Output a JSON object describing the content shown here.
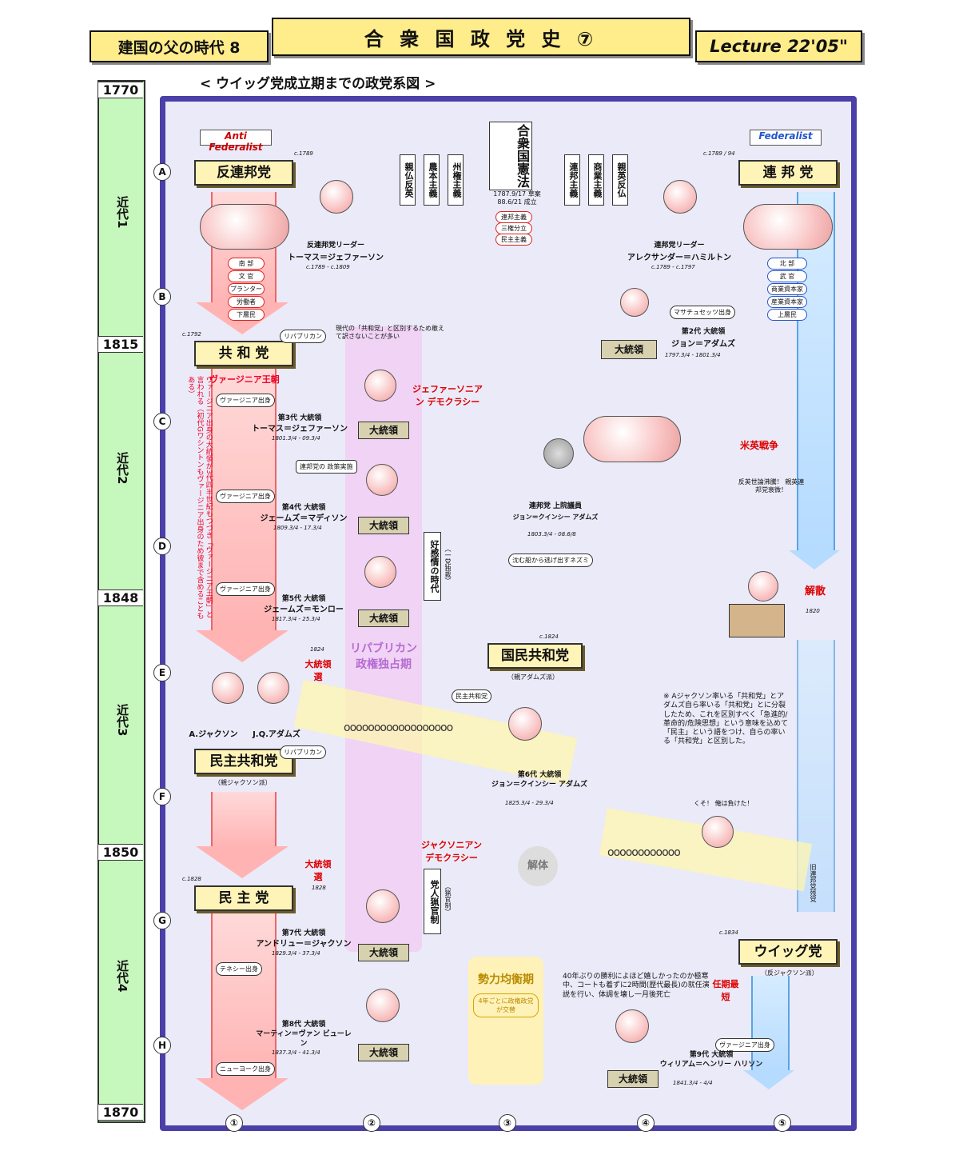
{
  "header": {
    "left_banner": "建国の父の時代 8",
    "center_banner": "合 衆 国 政 党 史 ⑦",
    "right_banner": "Lecture 22'05\""
  },
  "section_title": "< ウイッグ党成立期までの政党系図 >",
  "timeline": {
    "years": [
      "1770",
      "1815",
      "1848",
      "1850",
      "1870"
    ],
    "eras": [
      "近代1",
      "近代2",
      "近代3",
      "近代4"
    ],
    "row_markers": [
      "A",
      "B",
      "C",
      "D",
      "E",
      "F",
      "G",
      "H"
    ],
    "col_markers": [
      "①",
      "②",
      "③",
      "④",
      "⑤"
    ]
  },
  "factions": {
    "anti_federalist": "Anti Federalist",
    "federalist": "Federalist"
  },
  "parties": {
    "anti_federalist_party": {
      "name": "反連邦党",
      "date": "c.1789"
    },
    "federalist_party": {
      "name": "連 邦 党",
      "date": "c.1789 / 94"
    },
    "republican": {
      "name": "共 和 党",
      "date": "c.1792"
    },
    "national_republican": {
      "name": "国民共和党",
      "date": "c.1824",
      "note": "（親アダムズ派）"
    },
    "democratic_republican": {
      "name": "民主共和党",
      "note": "（親ジャクソン派）"
    },
    "democratic": {
      "name": "民 主 党",
      "date": "c.1828",
      "date2": "1828"
    },
    "whig": {
      "name": "ウイッグ党",
      "date": "c.1834",
      "note": "（反ジャクソン派）"
    }
  },
  "constitution": {
    "title": "合衆国憲法",
    "dates": "1787.9/17 草案\n88.6/21 成立",
    "principles": [
      "連邦主義",
      "三権分立",
      "民主主義"
    ],
    "left_signs": [
      "親仏反英",
      "農本主義",
      "州権主義"
    ],
    "right_signs": [
      "連邦主義",
      "商業主義",
      "親英反仏"
    ]
  },
  "anti_fed_supporters": [
    "南 部",
    "文 官",
    "プランター",
    "労働者",
    "下層民"
  ],
  "fed_supporters": [
    "北 部",
    "武 官",
    "商業資本家",
    "産業資本家",
    "上層民"
  ],
  "leaders": {
    "jefferson_leader": {
      "role": "反連邦党リーダー",
      "name": "トーマス＝ジェファーソン",
      "dates": "c.1789 - c.1809"
    },
    "hamilton_leader": {
      "role": "連邦党リーダー",
      "name": "アレクサンダー＝ハミルトン",
      "dates": "c.1789 - c.1797"
    }
  },
  "presidents": [
    {
      "ord": "第2代 大統領",
      "name": "ジョン＝アダムズ",
      "term": "1797.3/4 - 1801.3/4",
      "origin": "マサチュセッツ出身"
    },
    {
      "ord": "第3代 大統領",
      "name": "トーマス＝ジェファーソン",
      "term": "1801.3/4 - 09.3/4",
      "origin": "ヴァージニア出身"
    },
    {
      "ord": "第4代 大統領",
      "name": "ジェームズ＝マディソン",
      "term": "1809.3/4 - 17.3/4",
      "origin": "ヴァージニア出身"
    },
    {
      "ord": "第5代 大統領",
      "name": "ジェームズ＝モンロー",
      "term": "1817.3/4 - 25.3/4",
      "origin": "ヴァージニア出身"
    },
    {
      "ord": "第6代 大統領",
      "name": "ジョン＝クインシー アダムズ",
      "term": "1825.3/4 - 29.3/4"
    },
    {
      "ord": "第7代 大統領",
      "name": "アンドリュー＝ジャクソン",
      "term": "1829.3/4 - 37.3/4",
      "origin": "テネシー出身"
    },
    {
      "ord": "第8代 大統領",
      "name": "マーティン＝ヴァン ビューレン",
      "term": "1837.3/4 - 41.3/4",
      "origin": "ニューヨーク出身"
    },
    {
      "ord": "第9代 大統領",
      "name": "ウィリアム＝ヘンリー ハリソン",
      "term": "1841.3/4 - 4/4",
      "origin": "ヴァージニア出身"
    }
  ],
  "labels": {
    "pedestal": "大統領",
    "republican_bubble": "リパブリカン",
    "republican_note": "現代の「共和党」と区別するため敢えて訳さないことが多い",
    "virginia_dynasty": "ヴァージニア王朝",
    "virginia_note": "ヴァージニア出身の大統領が3代四半世紀もつづき「ヴァージニア王朝」と言われる（初代Gワシントンもヴァージニア出身のため彼まで含めることもある）",
    "jeffersonian": "ジェファーソニアン デモクラシー",
    "fed_policy": "連邦党の 政策実施",
    "era_good_feelings": "好感情の時代",
    "one_party": "（一党独裁）",
    "republican_monopoly": "リパブリカン 政権独占期",
    "us_uk_war": "米英戦争",
    "war_note": "反英世論沸騰！ 親英連邦党衰微！",
    "senator_role": "連邦党 上院議員",
    "senator_name": "ジョン＝クインシー アダムズ",
    "senator_term": "1803.3/4 - 08.6/8",
    "rat_caption": "沈む船から逃げ出すネズミ",
    "dissolution": "解散",
    "dissolution_year": "1820",
    "breakup": "解体",
    "election_lead1": "大統領選",
    "election_lead_year": "1824",
    "jackson_name": "A.ジャクソン",
    "jqadams_name": "J.Q.アダムズ",
    "dem_rep_bubble": "民主共和党",
    "dem_rep_bubble2": "リパブリカン",
    "split_note": "※ Aジャクソン率いる「共和党」とアダムズ自ら率いる「共和党」とに分裂したため、これを区別すべく「急進的/革命的/危険思想」という意味を込めて「民主」という語をつけ、自らの率いる「共和党」と区別した。",
    "jacksonian": "ジャクソニアン デモクラシー",
    "spoils": "党人猟官制",
    "spoils_note": "（猟官制）",
    "balance": "勢力均衡期",
    "balance_note": "4年ごとに政権政党が交替",
    "harrison_note": "40年ぶりの勝利によほど嬉しかったのか極寒中、コートも着ずに2時間(歴代最長)の就任演説を行い、体調を壊し一月後死亡",
    "shortest_term": "任期最短",
    "old_fed": "旧連邦党残党",
    "whig_anger": "くそ！ 俺は負けた！"
  },
  "colors": {
    "board_border": "#4b3fa8",
    "board_bg": "#ebeaf8",
    "red_arrow": "#ffb3b3",
    "blue_arrow": "#b5dbff",
    "band": "#f1cff4",
    "timeline": "#c6f7bd",
    "banner": "#ffec8a"
  }
}
